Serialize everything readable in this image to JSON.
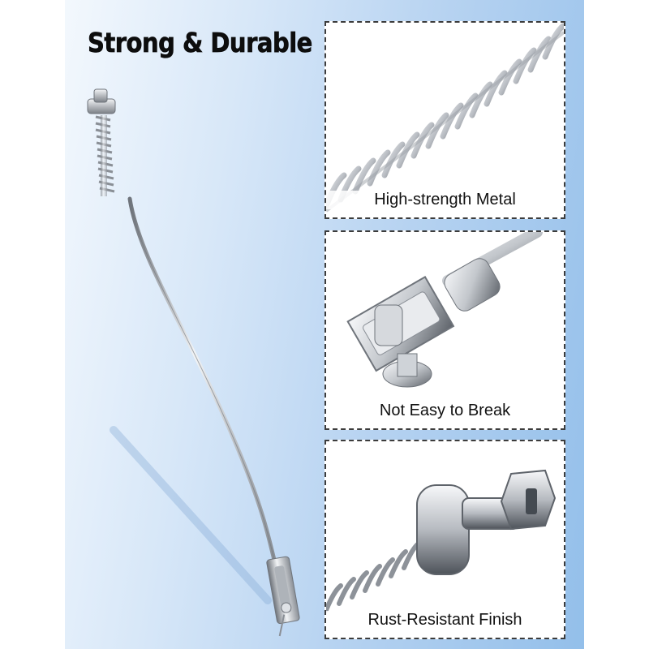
{
  "headline": "Strong & Durable",
  "features": [
    {
      "caption": "High-strength Metal",
      "image": "spring-closeup"
    },
    {
      "caption": "Not Easy to Break",
      "image": "clevis-joint-closeup"
    },
    {
      "caption": "Rust-Resistant Finish",
      "image": "barrel-connector-closeup"
    }
  ],
  "colors": {
    "background_light": "#f3f8fd",
    "background_blue": "#93bfea",
    "metal": "#c9ccd1",
    "metal_dark": "#6f747b",
    "border": "#3c3c3c"
  }
}
